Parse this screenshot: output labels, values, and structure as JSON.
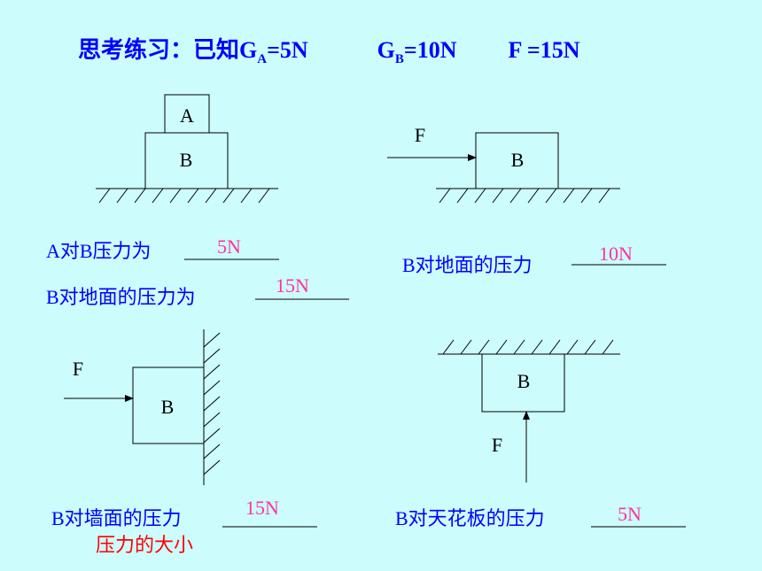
{
  "title": {
    "prefix": "思考练习：已知G",
    "ga_sub": "A",
    "ga_val": "=5N",
    "gb": "G",
    "gb_sub": "B",
    "gb_val": "=10N",
    "f": "F =15N"
  },
  "diagrams": {
    "stack": {
      "block_a": "A",
      "block_b": "B"
    },
    "horizontal": {
      "force": "F",
      "block": "B"
    },
    "wall": {
      "force": "F",
      "block": "B"
    },
    "ceiling": {
      "force": "F",
      "block": "B"
    }
  },
  "questions": {
    "q1": {
      "text": "A对B压力为",
      "answer": "5N"
    },
    "q2": {
      "text": "B对地面的压力为",
      "answer": "15N"
    },
    "q3": {
      "text": "B对地面的压力",
      "answer": "10N"
    },
    "q4": {
      "text": "B对墙面的压力",
      "answer": "15N"
    },
    "q5": {
      "text": "B对天花板的压力",
      "answer": "5N"
    }
  },
  "note": "压力的大小"
}
